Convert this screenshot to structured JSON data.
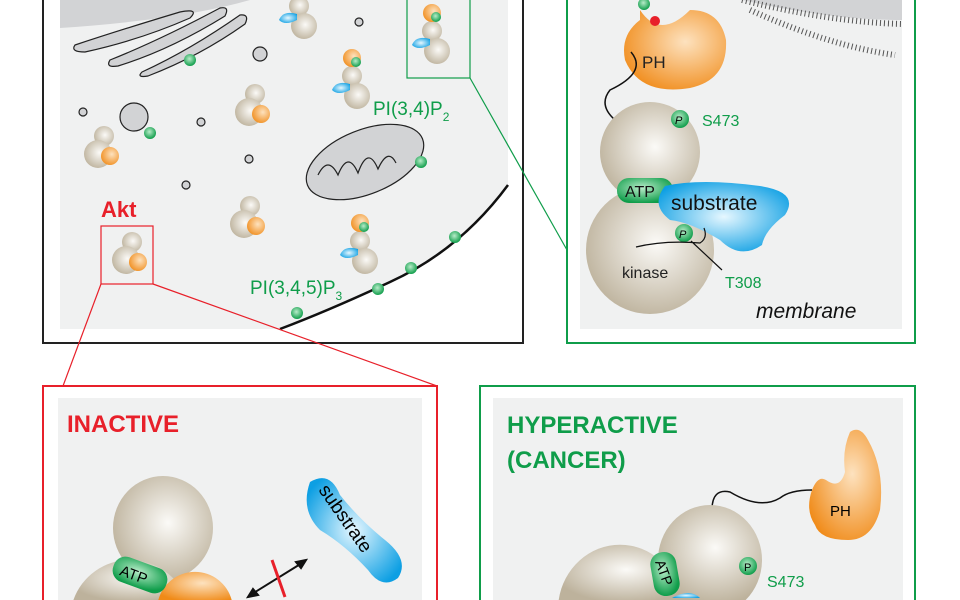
{
  "colors": {
    "red": "#e8202a",
    "green": "#0f9d4a",
    "orange": "#f39a2b",
    "blue": "#1aa6e6",
    "beige": "#cfc6b4",
    "panel_bg": "#f0f1f1"
  },
  "cell_panel": {
    "akt_label": "Akt",
    "pi34p2": {
      "main": "PI(3,4)P",
      "sub": "2"
    },
    "pi345p3": {
      "main": "PI(3,4,5)P",
      "sub": "3"
    }
  },
  "membrane_panel": {
    "ph_label": "PH",
    "s473_label": "S473",
    "p_label": "P",
    "atp_label": "ATP",
    "substrate_label": "substrate",
    "kinase_label": "kinase",
    "t308_label": "T308",
    "membrane_label": "membrane"
  },
  "inactive_panel": {
    "title": "INACTIVE",
    "atp_label": "ATP",
    "substrate_label": "substrate"
  },
  "hyperactive_panel": {
    "title_line1": "HYPERACTIVE",
    "title_line2": "(CANCER)",
    "ph_label": "PH",
    "p_label": "P",
    "s473_label": "S473",
    "atp_label": "ATP"
  }
}
